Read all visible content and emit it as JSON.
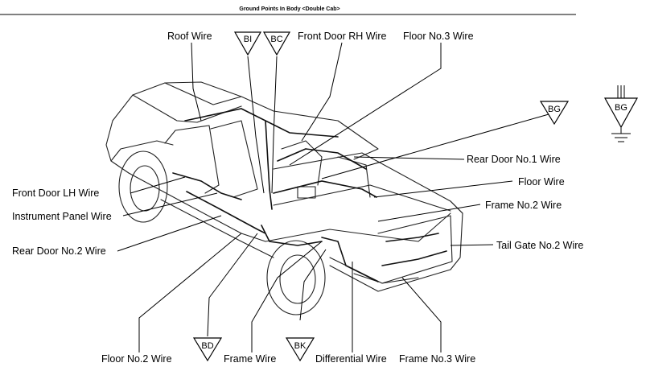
{
  "header": {
    "title": "Ground Points In Body <Double Cab>"
  },
  "labels": {
    "roof_wire": "Roof Wire",
    "front_door_rh_wire": "Front Door RH Wire",
    "floor_no3_wire": "Floor No.3 Wire",
    "rear_door_no1_wire": "Rear Door No.1 Wire",
    "floor_wire": "Floor Wire",
    "frame_no2_wire": "Frame No.2 Wire",
    "tail_gate_no2_wire": "Tail Gate No.2 Wire",
    "front_door_lh_wire": "Front Door LH Wire",
    "instrument_panel_wire": "Instrument Panel Wire",
    "rear_door_no2_wire": "Rear Door No.2 Wire",
    "floor_no2_wire": "Floor No.2 Wire",
    "frame_wire": "Frame Wire",
    "differential_wire": "Differential Wire",
    "frame_no3_wire": "Frame No.3 Wire"
  },
  "ground_points": {
    "bi": "BI",
    "bc": "BC",
    "bg": "BG",
    "bd": "BD",
    "bk": "BK"
  },
  "legend": {
    "symbol_label": "BG"
  }
}
